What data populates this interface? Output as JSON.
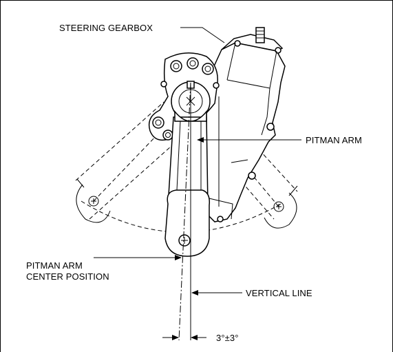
{
  "labels": {
    "steering_gearbox": "STEERING GEARBOX",
    "pitman_arm": "PITMAN ARM",
    "pitman_center_line1": "PITMAN ARM",
    "pitman_center_line2": "CENTER POSITION",
    "vertical_line": "VERTICAL LINE",
    "angle_spec": "3°±3°"
  }
}
